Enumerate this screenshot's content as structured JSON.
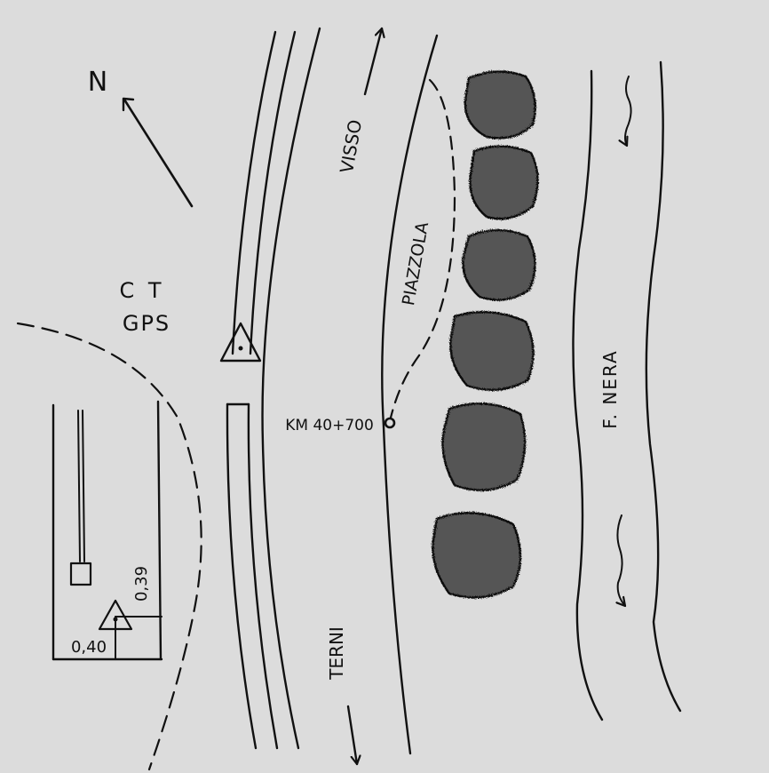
{
  "north_label": "N",
  "station": {
    "line1": "C T",
    "line2": "GPS"
  },
  "road": {
    "north_direction": "VISSO",
    "south_direction": "TERNI",
    "layby": "PIAZZOLA",
    "milestone": "KM 40+700"
  },
  "river": {
    "name": "F. NERA"
  },
  "inset": {
    "offset_a": "0,39",
    "offset_b": "0,40"
  },
  "colors": {
    "paper": "#dcdcdc",
    "ink": "#111111"
  }
}
